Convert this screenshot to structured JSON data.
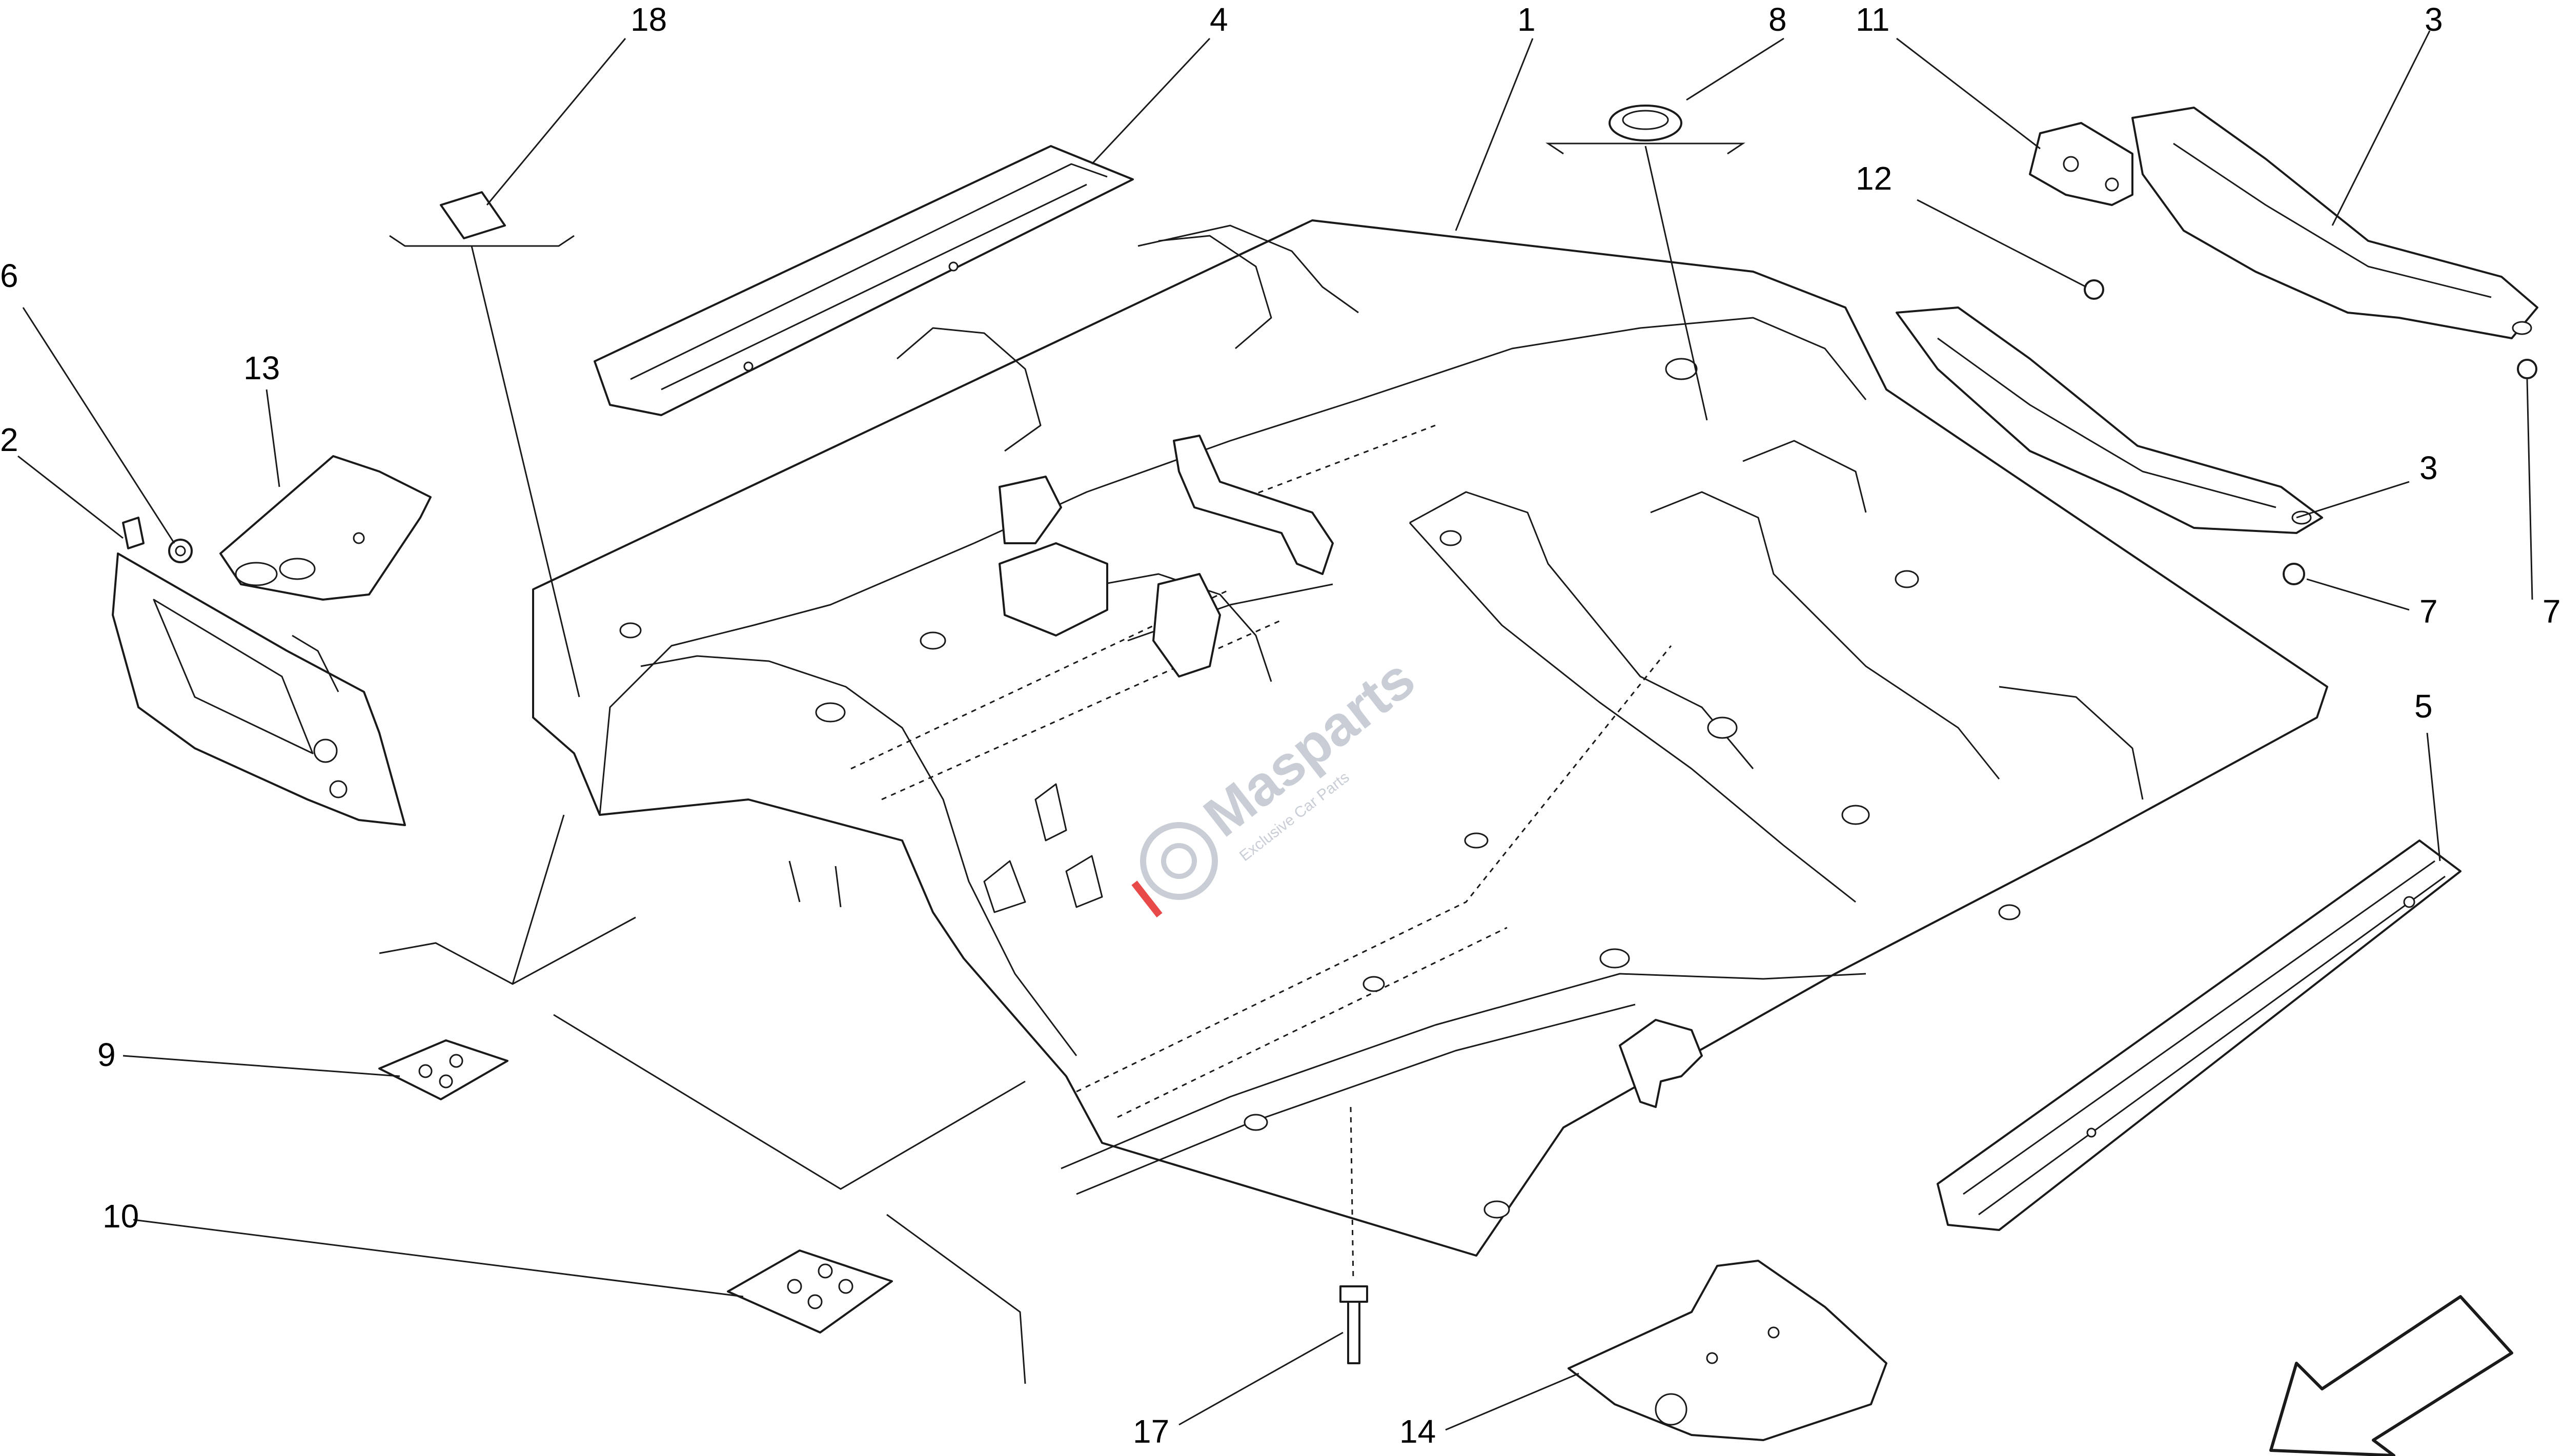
{
  "callouts": {
    "n1": "1",
    "n2": "2",
    "n3a": "3",
    "n3b": "3",
    "n4": "4",
    "n5": "5",
    "n6": "6",
    "n7a": "7",
    "n7b": "7",
    "n8": "8",
    "n9": "9",
    "n10": "10",
    "n11": "11",
    "n12": "12",
    "n13": "13",
    "n14": "14",
    "n17": "17",
    "n18": "18"
  },
  "watermark": {
    "brand": "Masparts",
    "tagline": "Exclusive Car Parts"
  },
  "colors": {
    "line": "#1a1a1a",
    "watermark": "#c9ced6",
    "watermark_accent": "#e84a4a"
  },
  "icons": {
    "direction": "front-direction-arrow-icon"
  }
}
